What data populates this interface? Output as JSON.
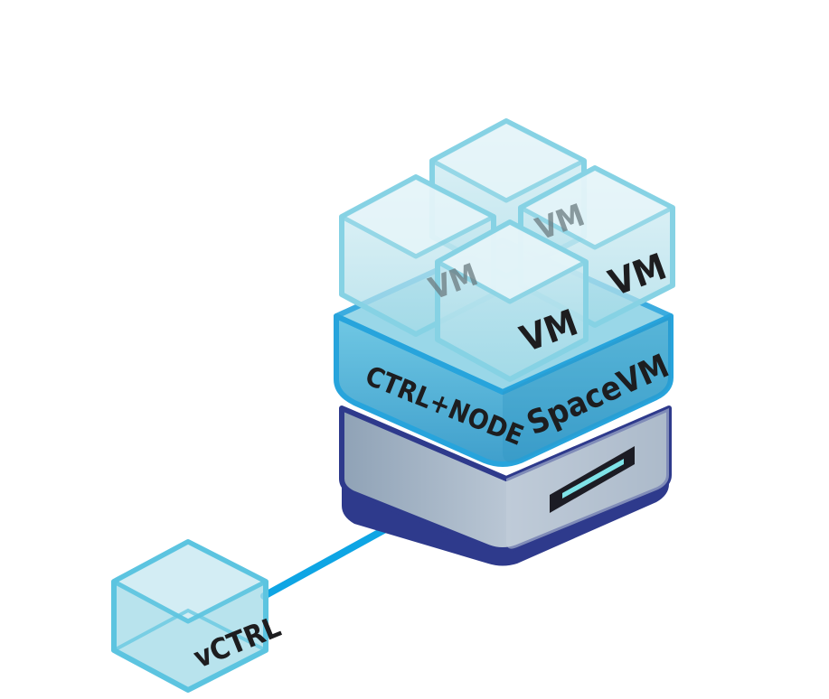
{
  "diagram": {
    "labels": {
      "vm_back": "VM",
      "vm_left": "VM",
      "vm_right": "VM",
      "vm_front": "VM",
      "ctrl_node": "CTRL+NODE",
      "platform": "SpaceVM",
      "vctrl": "vCTRL"
    },
    "colors": {
      "link": "#0ea5e4",
      "cube_fill": "#a8dce8",
      "cube_edge": "#5cc4e0",
      "base_outline": "#2e3a8c",
      "base_metal": "#aab8c8"
    }
  }
}
